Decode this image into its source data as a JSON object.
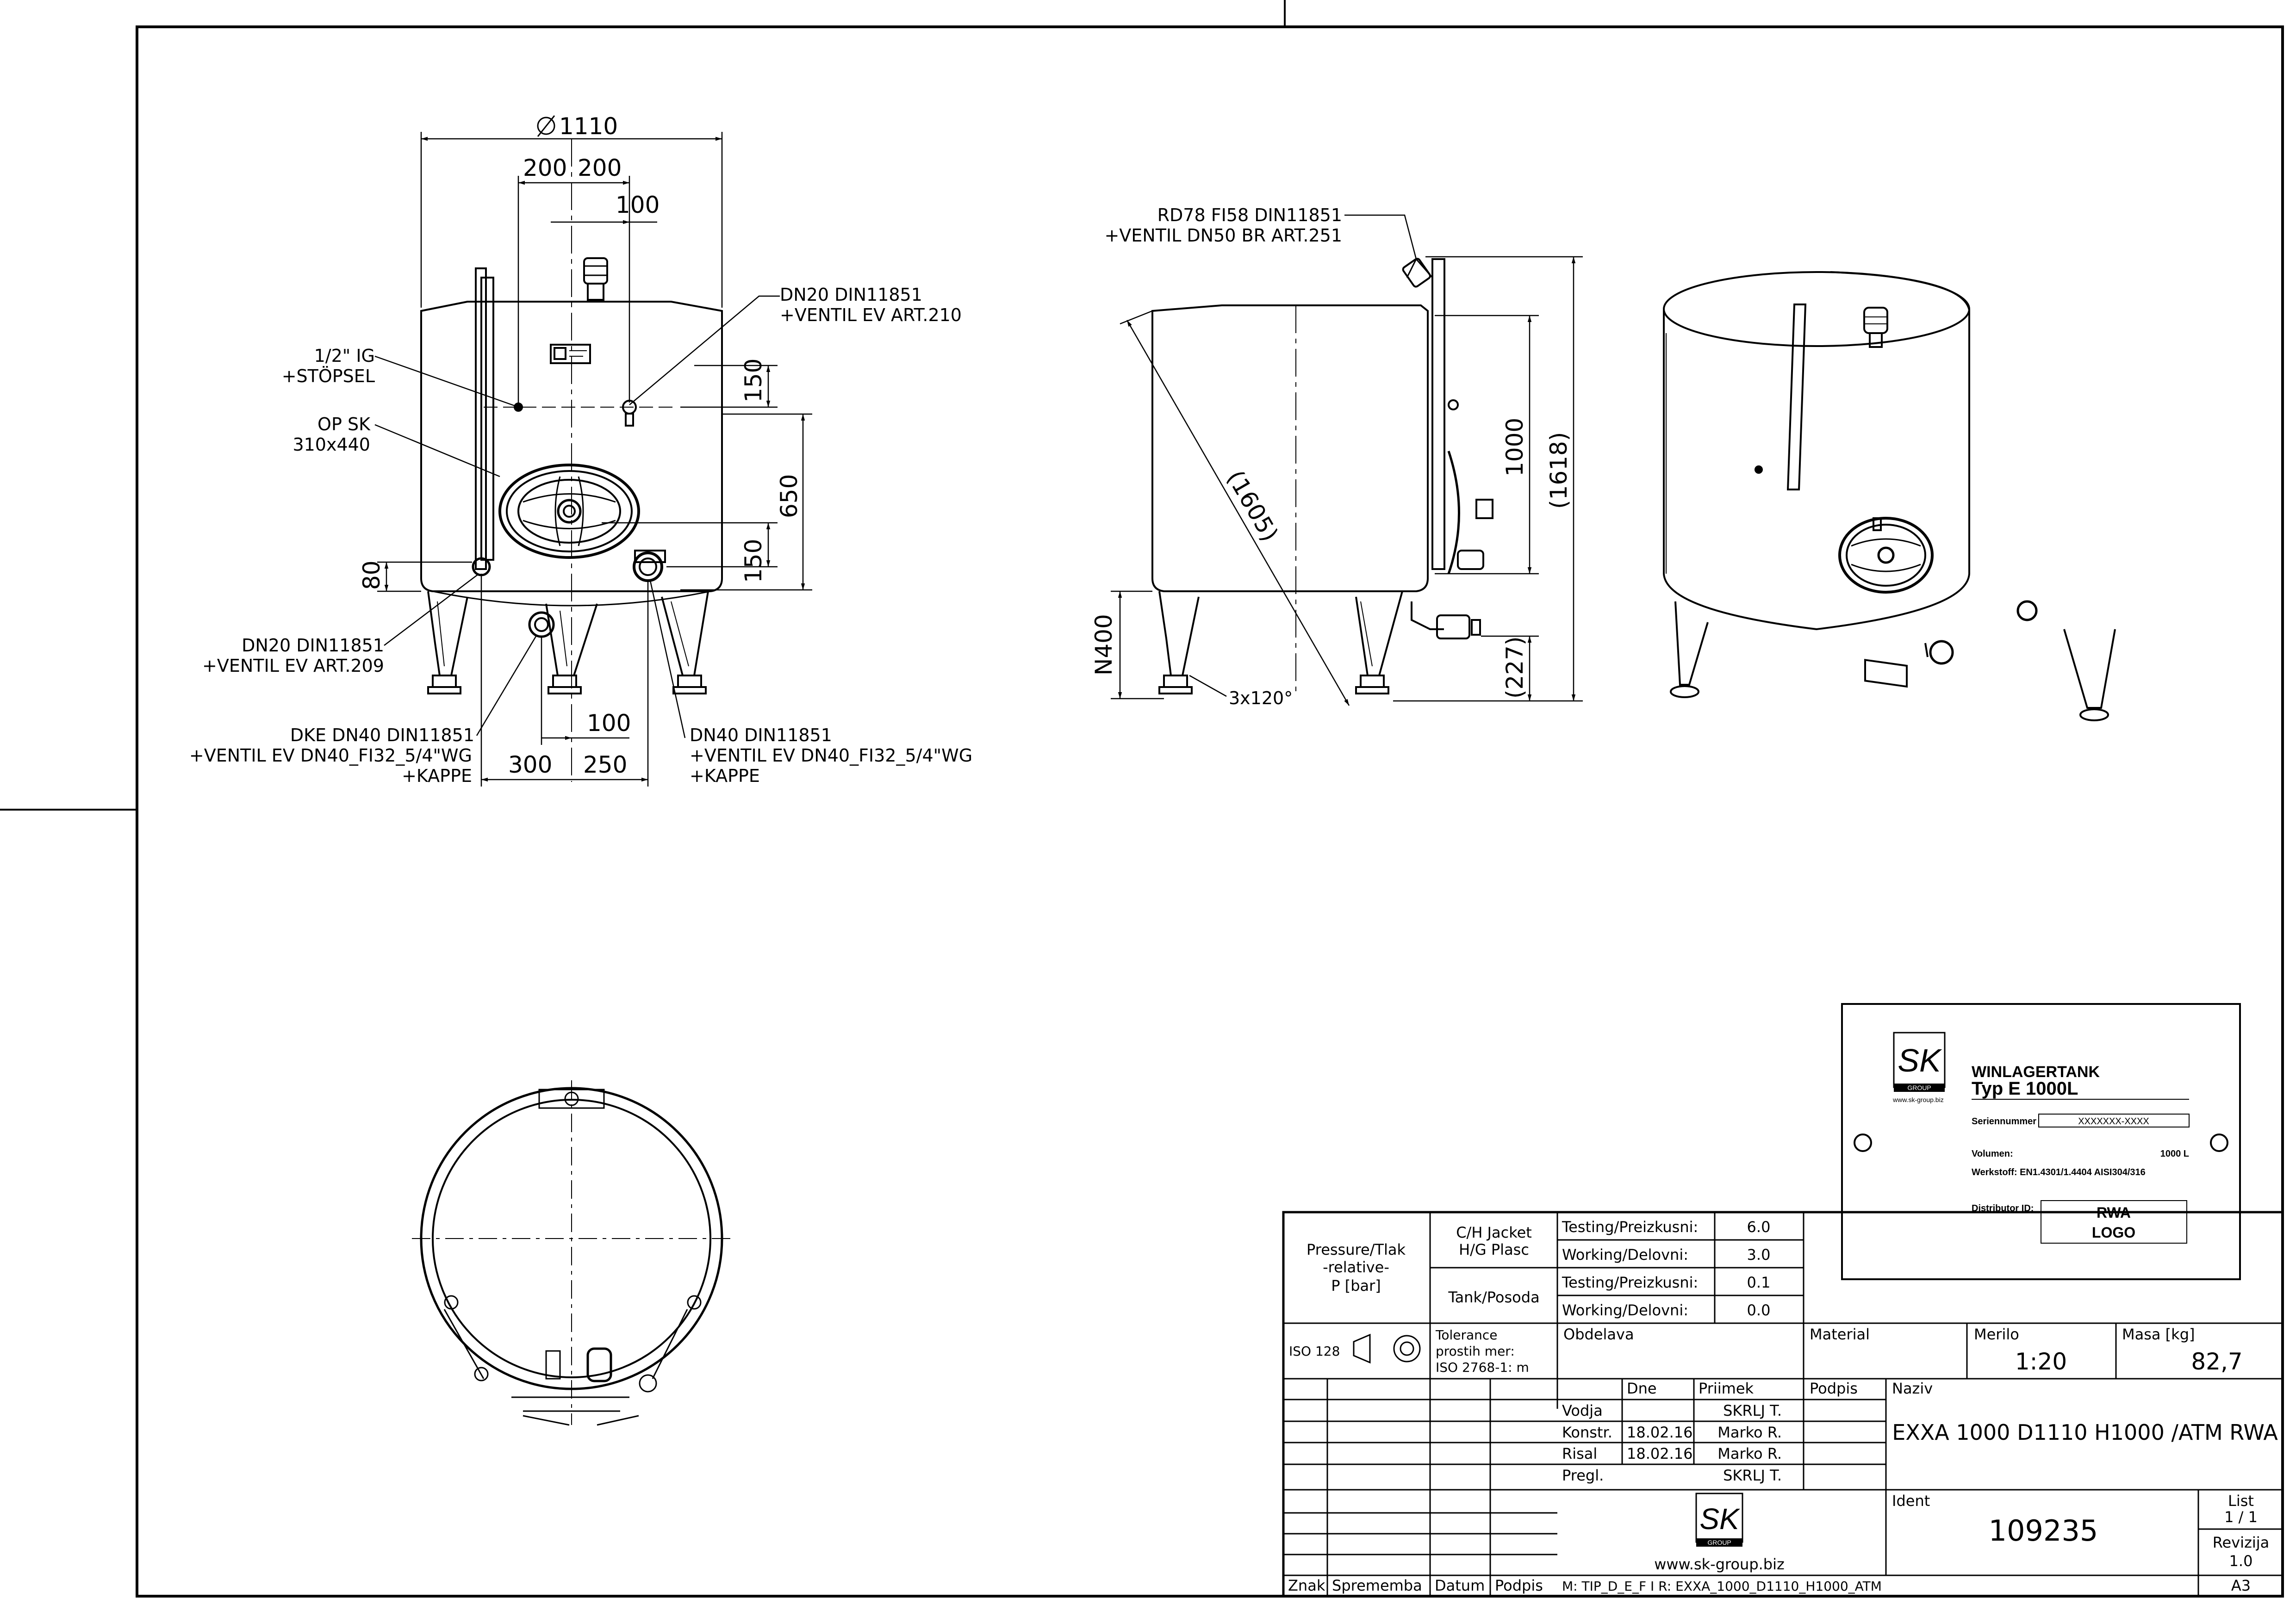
{
  "front_view": {
    "dia_label": "1110",
    "dim_200_a": "200",
    "dim_200_b": "200",
    "dim_100_top": "100",
    "dim_150_top": "150",
    "dim_650": "650",
    "dim_150_bottom": "150",
    "dim_80": "80",
    "dim_100_bottom": "100",
    "dim_300": "300",
    "dim_250": "250",
    "label_half_ig_1": "1/2\" IG",
    "label_half_ig_2": "+STÖPSEL",
    "label_op_sk_1": "OP SK",
    "label_op_sk_2": "310x440",
    "label_dn20_top_1": "DN20 DIN11851",
    "label_dn20_top_2": "+VENTIL EV ART.210",
    "label_dn20_bottom_1": "DN20 DIN11851",
    "label_dn20_bottom_2": "+VENTIL EV ART.209",
    "label_dke_1": "DKE DN40 DIN11851",
    "label_dke_2": "+VENTIL EV DN40_FI32_5/4\"WG",
    "label_dke_3": "+KAPPE",
    "label_dn40_1": "DN40 DIN11851",
    "label_dn40_2": "+VENTIL EV DN40_FI32_5/4\"WG",
    "label_dn40_3": "+KAPPE"
  },
  "side_view": {
    "label_rd78_1": "RD78 FI58 DIN11851",
    "label_rd78_2": "+VENTIL DN50 BR ART.251",
    "dim_1605": "(1605)",
    "dim_1000": "1000",
    "dim_1618": "(1618)",
    "dim_n400": "N400",
    "dim_227": "(227)",
    "dim_3x120": "3x120°"
  },
  "nameplate": {
    "logo_text": "SK",
    "logo_sub": "GROUP",
    "logo_url": "www.sk-group.biz",
    "title_1": "WINLAGERTANK",
    "title_2": "Typ  E   1000L",
    "serial_label": "Seriennummer",
    "serial_value": "XXXXXXX-XXXX",
    "volume_label": "Volumen:",
    "volume_value": "1000  L",
    "material_label": "Werkstoff: EN1.4301/1.4404   AISI304/316",
    "distributor_label": "Distributor ID:",
    "distributor_value_1": "RWA",
    "distributor_value_2": "LOGO"
  },
  "title_block": {
    "pressure_1": "Pressure/Tlak",
    "pressure_2": "-relative-",
    "pressure_3": "P [bar]",
    "jacket_1": "C/H Jacket",
    "jacket_2": "H/G Plasc",
    "tank": "Tank/Posoda",
    "rows": [
      {
        "label": "Testing/Preizkusni:",
        "value": "6.0"
      },
      {
        "label": "Working/Delovni:",
        "value": "3.0"
      },
      {
        "label": "Testing/Preizkusni:",
        "value": "0.1"
      },
      {
        "label": "Working/Delovni:",
        "value": "0.0"
      }
    ],
    "iso": "ISO 128",
    "tolerance_1": "Tolerance",
    "tolerance_2": "prostih mer:",
    "tolerance_3": "ISO 2768-1: m",
    "obdelava": "Obdelava",
    "material": "Material",
    "merilo_label": "Merilo",
    "merilo_value": "1:20",
    "masa_label": "Masa [kg]",
    "masa_value": "82,7",
    "col_dne": "Dne",
    "col_priimek": "Priimek",
    "col_podpis": "Podpis",
    "naziv_label": "Naziv",
    "naziv_value": "EXXA 1000 D1110 H1000 /ATM RWA",
    "people": [
      {
        "role": "Vodja",
        "date": "",
        "name": "SKRLJ T."
      },
      {
        "role": "Konstr.",
        "date": "18.02.16",
        "name": "Marko R."
      },
      {
        "role": "Risal",
        "date": "18.02.16",
        "name": "Marko R."
      },
      {
        "role": "Pregl.",
        "date": "",
        "name": "SKRLJ T."
      }
    ],
    "ident_label": "Ident",
    "ident_value": "109235",
    "list_label": "List",
    "list_value": "1 / 1",
    "revizija_label": "Revizija",
    "revizija_value": "1.0",
    "website": "www.sk-group.biz",
    "logo_text": "SK",
    "logo_sub": "GROUP",
    "znak": "Znak",
    "sprememba": "Sprememba",
    "datum": "Datum",
    "podpis": "Podpis",
    "file_path": "M: TIP_D_E_F I R: EXXA_1000_D1110_H1000_ATM",
    "format": "A3"
  }
}
